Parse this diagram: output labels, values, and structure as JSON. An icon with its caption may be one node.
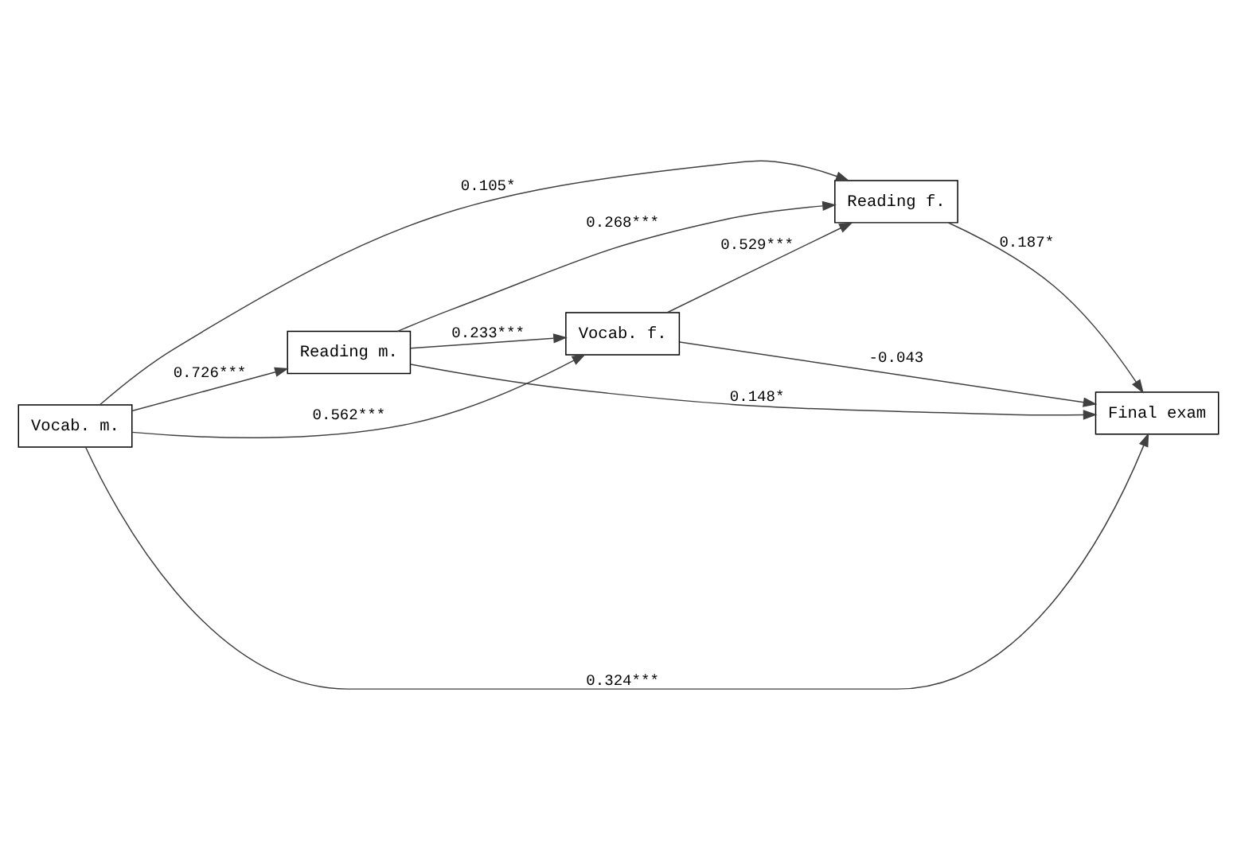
{
  "diagram": {
    "nodes": [
      {
        "text": [
          "Reading f."
        ]
      },
      {
        "text": [
          "Reading m."
        ]
      },
      {
        "text": [
          "Final exam"
        ]
      },
      {
        "text": [
          "Vocab. m."
        ]
      },
      {
        "text": [
          "Vocab. f."
        ]
      }
    ],
    "edges": [
      {
        "from": 1,
        "to": 0,
        "arrow": "to",
        "label": "0.268***"
      },
      {
        "from": 0,
        "to": 2,
        "arrow": "to",
        "label": "0.187*"
      },
      {
        "from": 1,
        "to": 2,
        "arrow": "to",
        "label": "0.148*"
      },
      {
        "from": 3,
        "to": 0,
        "arrow": "to",
        "label": "0.105*"
      },
      {
        "from": 4,
        "to": 0,
        "arrow": "to",
        "label": "0.529***"
      },
      {
        "from": 3,
        "to": 1,
        "arrow": "to",
        "label": "0.726***"
      },
      {
        "from": 1,
        "to": 4,
        "arrow": "to",
        "label": "0.233***"
      },
      {
        "from": 3,
        "to": 2,
        "arrow": "to",
        "label": "0.324***"
      },
      {
        "from": 3,
        "to": 4,
        "arrow": "to",
        "label": "0.562***"
      },
      {
        "from": 4,
        "to": 2,
        "arrow": "to",
        "label": "-0.043"
      }
    ]
  }
}
